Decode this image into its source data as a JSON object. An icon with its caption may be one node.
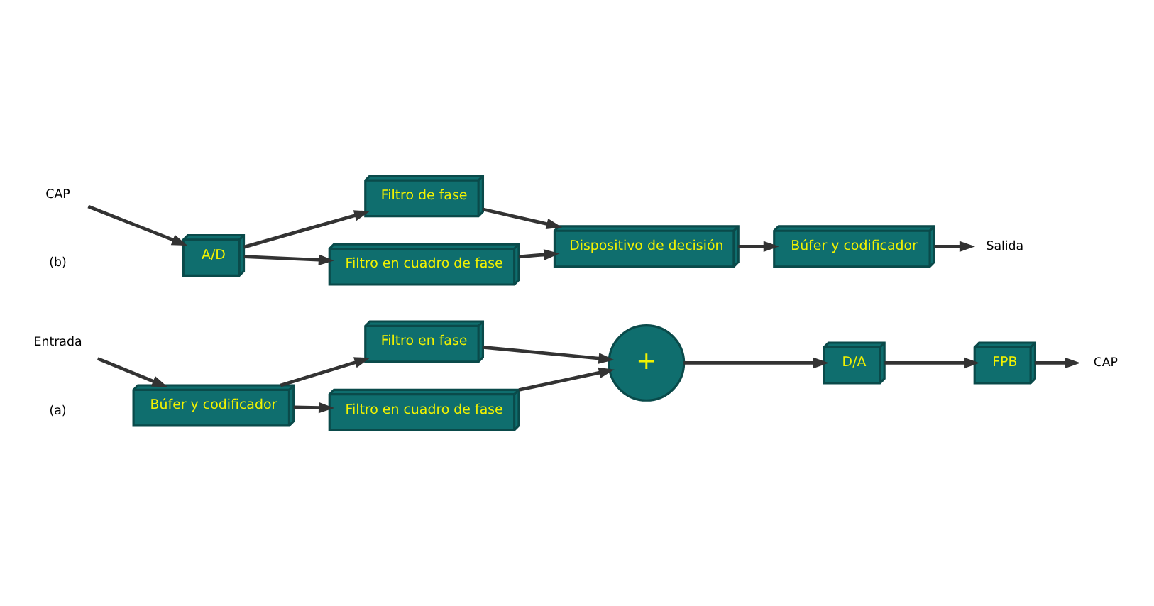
{
  "diagram": {
    "nodes": [
      {
        "text": [
          "Entrada"
        ]
      },
      {
        "text": [
          "Búfer y codificador"
        ]
      },
      {
        "text": [
          "Filtro en fase"
        ]
      },
      {
        "text": [
          "Filtro en cuadro de fase"
        ]
      },
      {
        "text": [
          "+"
        ]
      },
      {
        "text": [
          "D/A"
        ]
      },
      {
        "text": [
          "FPB"
        ]
      },
      {
        "text": [
          "CAP"
        ]
      },
      {
        "text": [
          "CAP"
        ]
      },
      {
        "text": [
          "A/D"
        ]
      },
      {
        "text": [
          "Filtro de fase"
        ]
      },
      {
        "text": [
          "Filtro en cuadro de fase"
        ]
      },
      {
        "text": [
          "Dispositivo de decisión"
        ]
      },
      {
        "text": [
          "Búfer y codificador"
        ]
      },
      {
        "text": [
          "Salida"
        ]
      }
    ],
    "edges": [
      {
        "from": 0,
        "to": 1,
        "arrow": "to"
      },
      {
        "from": 1,
        "to": 2,
        "arrow": "to"
      },
      {
        "from": 1,
        "to": 3,
        "arrow": "to"
      },
      {
        "from": 2,
        "to": 4,
        "arrow": "to"
      },
      {
        "from": 3,
        "to": 4,
        "arrow": "to"
      },
      {
        "from": 4,
        "to": 5,
        "arrow": "to"
      },
      {
        "from": 5,
        "to": 6,
        "arrow": "to"
      },
      {
        "from": 6,
        "to": 7,
        "arrow": "to"
      },
      {
        "from": 8,
        "to": 9,
        "arrow": "to"
      },
      {
        "from": 9,
        "to": 10,
        "arrow": "to"
      },
      {
        "from": 9,
        "to": 11,
        "arrow": "to"
      },
      {
        "from": 10,
        "to": 12,
        "arrow": "to"
      },
      {
        "from": 11,
        "to": 12,
        "arrow": "to"
      },
      {
        "from": 12,
        "to": 13,
        "arrow": "to"
      },
      {
        "from": 13,
        "to": 14,
        "arrow": "to"
      }
    ],
    "labels": [
      "(a)",
      "(b)"
    ]
  }
}
